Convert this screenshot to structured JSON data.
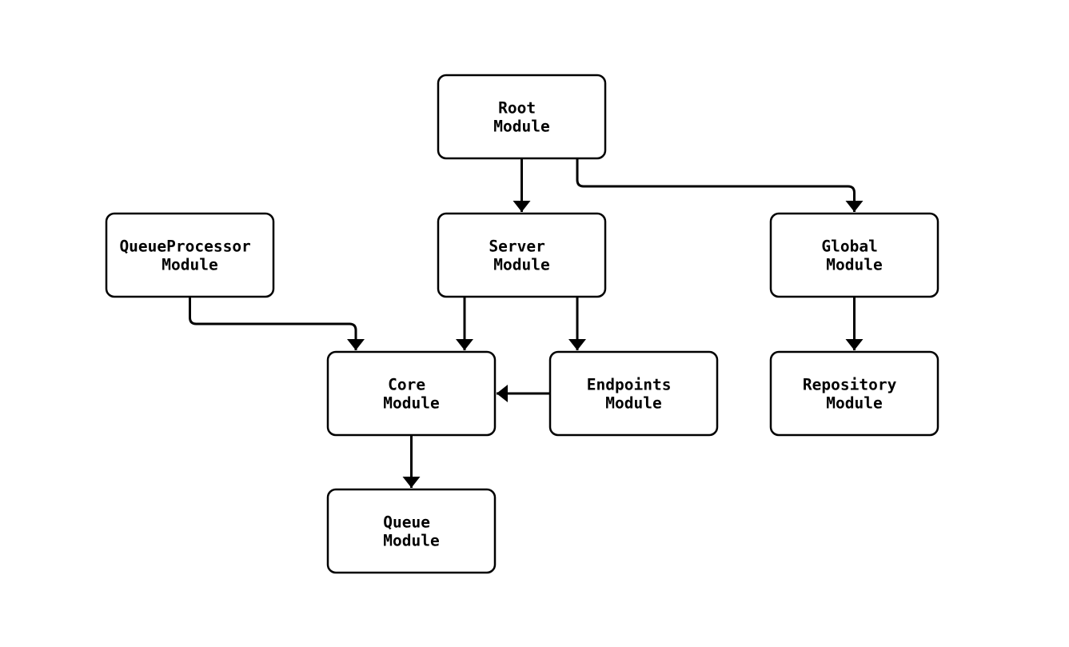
{
  "diagram": {
    "type": "flowchart",
    "direction": "top-down",
    "nodes": [
      {
        "id": "root",
        "label": "Root Module",
        "line1": "Root",
        "line2": "Module"
      },
      {
        "id": "server",
        "label": "Server Module",
        "line1": "Server",
        "line2": "Module"
      },
      {
        "id": "queueprocessor",
        "label": "QueueProcessor Module",
        "line1": "QueueProcessor",
        "line2": "Module"
      },
      {
        "id": "global",
        "label": "Global Module",
        "line1": "Global",
        "line2": "Module"
      },
      {
        "id": "core",
        "label": "Core Module",
        "line1": "Core",
        "line2": "Module"
      },
      {
        "id": "endpoints",
        "label": "Endpoints Module",
        "line1": "Endpoints",
        "line2": "Module"
      },
      {
        "id": "repository",
        "label": "Repository Module",
        "line1": "Repository",
        "line2": "Module"
      },
      {
        "id": "queue",
        "label": "Queue Module",
        "line1": "Queue",
        "line2": "Module"
      }
    ],
    "edges": [
      {
        "from": "root",
        "to": "server"
      },
      {
        "from": "root",
        "to": "global"
      },
      {
        "from": "queueprocessor",
        "to": "core"
      },
      {
        "from": "server",
        "to": "core"
      },
      {
        "from": "server",
        "to": "endpoints"
      },
      {
        "from": "endpoints",
        "to": "core"
      },
      {
        "from": "global",
        "to": "repository"
      },
      {
        "from": "core",
        "to": "queue"
      }
    ],
    "colors": {
      "node_fill": "#ffffff",
      "node_border": "#000000",
      "edge": "#000000",
      "text": "#000000",
      "background": "#ffffff"
    }
  }
}
